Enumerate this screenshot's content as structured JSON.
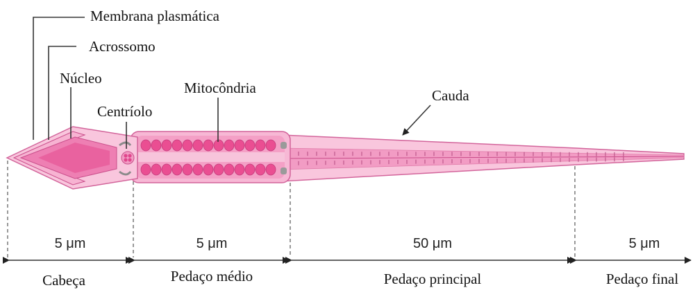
{
  "labels": {
    "membrana": "Membrana plasmática",
    "acrossomo": "Acrossomo",
    "nucleo": "Núcleo",
    "mitocondria": "Mitocôndria",
    "centriolo": "Centríolo",
    "cauda": "Cauda"
  },
  "segments": [
    {
      "measure": "5 μm",
      "name": "Cabeça"
    },
    {
      "measure": "5 μm",
      "name": "Pedaço médio"
    },
    {
      "measure": "50 μm",
      "name": "Pedaço principal"
    },
    {
      "measure": "5 μm",
      "name": "Pedaço final"
    }
  ],
  "colors": {
    "membrane": "#f7b3d2",
    "membrane_outline": "#d2639a",
    "nucleus": "#ee7fb3",
    "mitochondria": "#ea4e92",
    "midpiece": "#f4a0c6",
    "centriole": "#9a9a9a"
  }
}
